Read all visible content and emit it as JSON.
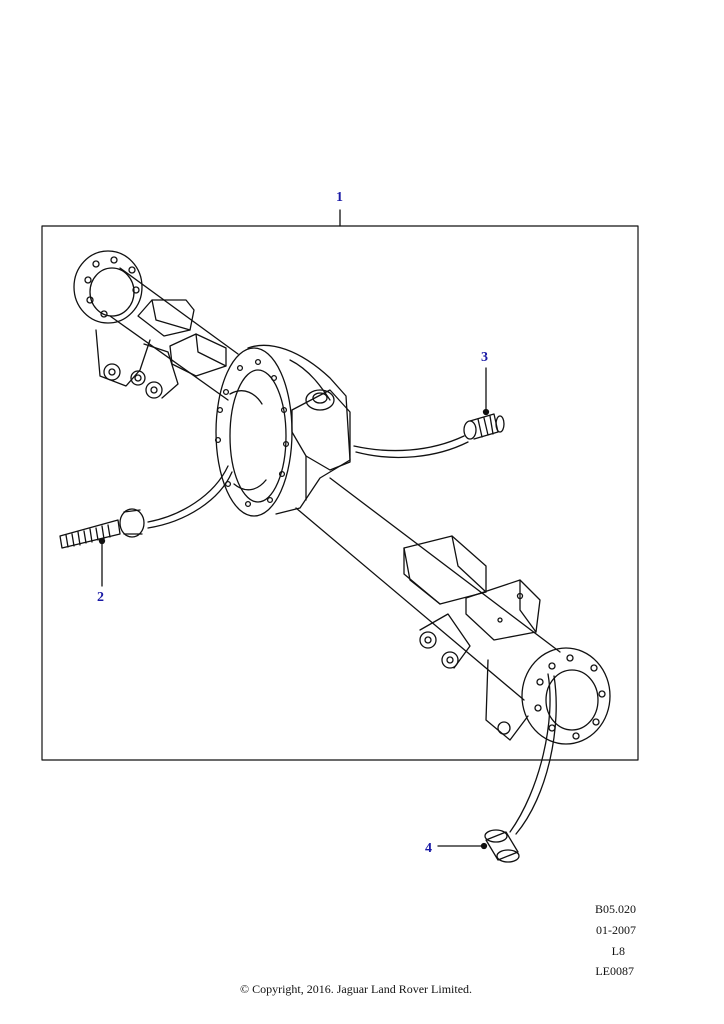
{
  "callouts": [
    {
      "id": "1",
      "label": "1"
    },
    {
      "id": "2",
      "label": "2"
    },
    {
      "id": "3",
      "label": "3"
    },
    {
      "id": "4",
      "label": "4"
    }
  ],
  "meta": {
    "line1": "B05.020",
    "line2": "01-2007",
    "line3": "L8",
    "line4": "LE0087"
  },
  "copyright": "© Copyright, 2016. Jaguar Land Rover Limited.",
  "colors": {
    "callout": "#1a1aa6",
    "line": "#111111"
  }
}
